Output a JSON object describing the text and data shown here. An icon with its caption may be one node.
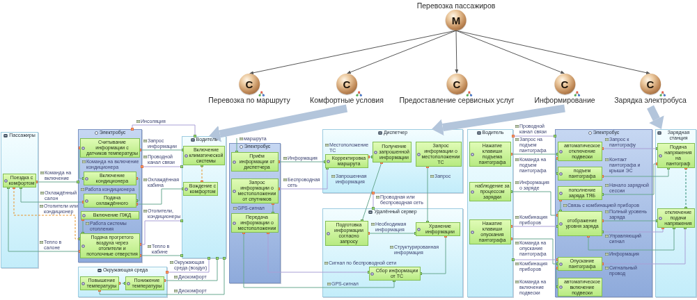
{
  "diagram": {
    "nodes": [
      {
        "text": [
          "Перевозка пассажиров",
          "M"
        ]
      },
      {
        "text": [
          "C",
          "Перевозка по маршруту"
        ]
      },
      {
        "text": [
          "C",
          "Комфортные условия"
        ]
      },
      {
        "text": [
          "C",
          "Предоставление сервисных услуг"
        ]
      },
      {
        "text": [
          "C",
          "Информирование"
        ]
      },
      {
        "text": [
          "C",
          "Зарядка электробуса"
        ]
      },
      {
        "text": [
          "Пассажиры"
        ]
      },
      {
        "text": [
          "Поездка с комфортом"
        ],
        "in": 6
      },
      {
        "text": [
          "Электробус"
        ]
      },
      {
        "text": [
          "Считывание информации с датчиков температуры"
        ],
        "in": 8
      },
      {
        "text": [
          "Включение кондиционера"
        ],
        "in": 8
      },
      {
        "text": [
          "Подача охлаждённого"
        ],
        "in": 8
      },
      {
        "text": [
          "Включение ПЖД"
        ],
        "in": 8
      },
      {
        "text": [
          "Подача прогретого воздуха через отопители и потолочные отверстия"
        ],
        "in": 8
      },
      {
        "text": [
          "Водитель"
        ]
      },
      {
        "text": [
          "Включение климатической системы"
        ],
        "in": 14
      },
      {
        "text": [
          "Вождение с комфортом"
        ],
        "in": 14
      },
      {
        "text": [
          "Окружающая среда"
        ]
      },
      {
        "text": [
          "Повышение температуры"
        ],
        "in": 17
      },
      {
        "text": [
          "Понижение температуры"
        ],
        "in": 17
      },
      {
        "text": [
          "Электробус"
        ]
      },
      {
        "text": [
          "Приём информации от диспетчера"
        ],
        "in": 20
      },
      {
        "text": [
          "Запрос информации о местоположении от спутников"
        ],
        "in": 20
      },
      {
        "text": [
          "Передача информации о местоположении"
        ],
        "in": 20
      },
      {
        "text": [
          "Диспетчер"
        ]
      },
      {
        "text": [
          "Корректировка маршрута"
        ],
        "in": 24
      },
      {
        "text": [
          "Получение запрошенной информации"
        ],
        "in": 24
      },
      {
        "text": [
          "Запрос информации о местоположении ТС"
        ],
        "in": 24
      },
      {
        "text": [
          "Удалённый сервер"
        ]
      },
      {
        "text": [
          "Подготовка информации согласно запросу"
        ],
        "in": 28
      },
      {
        "text": [
          "Хранение информации"
        ],
        "in": 28
      },
      {
        "text": [
          "Сбор информации от ТС"
        ],
        "in": 28
      },
      {
        "text": [
          "Водитель"
        ]
      },
      {
        "text": [
          "Нажатие клавиши подъема пантографа"
        ],
        "in": 32
      },
      {
        "text": [
          "наблюдение за процессом зарядки"
        ],
        "in": 32
      },
      {
        "text": [
          "Нажатие клавиши опускания пантографа"
        ],
        "in": 32
      },
      {
        "text": [
          "Электробус"
        ]
      },
      {
        "text": [
          "автоматическое отключение подвески"
        ],
        "in": 36
      },
      {
        "text": [
          "подъем пантографа"
        ],
        "in": 36
      },
      {
        "text": [
          "пополнение заряда ТЯБ"
        ],
        "in": 36
      },
      {
        "text": [
          "отображение уровня заряда"
        ],
        "in": 36
      },
      {
        "text": [
          "Опускание пантографа"
        ],
        "in": 36
      },
      {
        "text": [
          "автоматическое включение подвески"
        ],
        "in": 36
      },
      {
        "text": [
          "Зарядная станция"
        ]
      },
      {
        "text": [
          "Подача напряжения на пантограф"
        ],
        "in": 43
      },
      {
        "text": [
          "отключение подачи напряжения"
        ],
        "in": 43
      }
    ],
    "edges": [
      {
        "from": 0,
        "to": 1,
        "arrow": "to",
        "color": "#555555"
      },
      {
        "from": 0,
        "to": 2,
        "arrow": "to",
        "color": "#555555"
      },
      {
        "from": 0,
        "to": 3,
        "arrow": "to",
        "color": "#555555"
      },
      {
        "from": 0,
        "to": 4,
        "arrow": "to",
        "color": "#555555"
      },
      {
        "from": 0,
        "to": 5,
        "arrow": "to",
        "color": "#555555"
      },
      {
        "from": 2,
        "to": 14,
        "arrow": "to",
        "style": "thick",
        "color": "#b3c5db"
      },
      {
        "from": 4,
        "to": 24,
        "arrow": "to",
        "style": "thick",
        "color": "#b3c5db"
      },
      {
        "from": 5,
        "to": 43,
        "arrow": "to",
        "style": "thick",
        "color": "#b3c5db"
      },
      {
        "from": 8,
        "to": 14,
        "arrow": "other",
        "label": "Инсоляция",
        "color": "#a99fd6"
      },
      {
        "from": 7,
        "to": 8,
        "arrow": "other",
        "label": "Команда на включение"
      },
      {
        "from": 11,
        "to": 7,
        "arrow": "other",
        "label": "Охлаждённый салон"
      },
      {
        "from": 7,
        "to": 13,
        "arrow": "other",
        "label": "Отопители или кондиционер",
        "style": "dashed",
        "color": "#e8952f"
      },
      {
        "from": 13,
        "to": 7,
        "arrow": "other",
        "label": "Тепло в салоне"
      },
      {
        "from": 9,
        "to": 10,
        "arrow": "other",
        "label": "Команда на включение кондиционера"
      },
      {
        "from": 10,
        "to": 11,
        "arrow": "other",
        "label": "Работа кондиционера"
      },
      {
        "from": 12,
        "to": 13,
        "arrow": "other",
        "label": "Работа системы отопления"
      },
      {
        "from": 9,
        "to": 15,
        "arrow": "other",
        "label": "Запрос информации"
      },
      {
        "from": 8,
        "to": 14,
        "arrow": "other",
        "label": "Проводной канал связи",
        "color": "#a99fd6"
      },
      {
        "from": 11,
        "to": 16,
        "arrow": "other",
        "label": "Охлаждённая кабина"
      },
      {
        "from": 13,
        "to": 14,
        "arrow": "other",
        "label": "Отопители, кондиционеры",
        "color": "#a99fd6"
      },
      {
        "from": 13,
        "to": 14,
        "arrow": "other",
        "label": "Тепло в кабине"
      },
      {
        "from": 17,
        "to": 14,
        "arrow": "other",
        "label": "Окружающая среда (воздух)",
        "color": "#a99fd6"
      },
      {
        "from": 19,
        "to": 14,
        "arrow": "other",
        "label": "Дискомфорт"
      },
      {
        "from": 18,
        "to": 14,
        "arrow": "other",
        "label": "Дискомфорт"
      },
      {
        "from": 16,
        "to": 15,
        "arrow": "other",
        "style": "dashed",
        "color": "#e8952f"
      },
      {
        "from": 18,
        "to": 19,
        "arrow": "other",
        "style": "dashed",
        "color": "#2e8b74"
      },
      {
        "from": null,
        "to": 21,
        "arrow": "other",
        "label": "маршрута"
      },
      {
        "from": 21,
        "to": 25,
        "arrow": "other",
        "label": "Информация"
      },
      {
        "from": 22,
        "to": 25,
        "arrow": "other",
        "label": "Беспроводная сеть",
        "color": "#a99fd6"
      },
      {
        "from": 25,
        "to": 26,
        "arrow": "other",
        "label": "Местоположение ТС"
      },
      {
        "from": 26,
        "to": 29,
        "arrow": "other",
        "label": "Запрошенная информация"
      },
      {
        "from": 27,
        "to": 30,
        "arrow": "other",
        "label": "Запрос"
      },
      {
        "from": 24,
        "to": 28,
        "arrow": "other",
        "label": "Проводная или беспроводная сеть",
        "color": "#a99fd6"
      },
      {
        "from": 29,
        "to": 30,
        "arrow": "other",
        "label": "Необходимая информация"
      },
      {
        "from": 30,
        "to": 31,
        "arrow": "other",
        "label": "Структурированная информация"
      },
      {
        "from": 23,
        "to": 31,
        "arrow": "other",
        "label": "Сигнал по беспроводной сети",
        "color": "#a99fd6"
      },
      {
        "from": 23,
        "to": 31,
        "arrow": "other",
        "label": "GPS-сигнал"
      },
      {
        "from": 22,
        "to": 23,
        "arrow": "other",
        "label": "GPS-сигнал"
      },
      {
        "from": 32,
        "to": 36,
        "arrow": "other",
        "label": "Проводной канал связи",
        "color": "#a99fd6"
      },
      {
        "from": 33,
        "to": 37,
        "arrow": "other",
        "label": "Запрос на подъем пантографа"
      },
      {
        "from": 37,
        "to": 38,
        "arrow": "other",
        "label": "Команда на подъем пантографа"
      },
      {
        "from": 37,
        "to": 44,
        "arrow": "other",
        "label": "Запрос к пантографу",
        "color": "#a99fd6"
      },
      {
        "from": 38,
        "to": 44,
        "arrow": "other",
        "label": "Контакт пантографа и крыши ЭС"
      },
      {
        "from": 44,
        "to": 39,
        "arrow": "other",
        "label": "Начало зарядной сессии"
      },
      {
        "from": 40,
        "to": 45,
        "arrow": "other",
        "label": "Полный уровень заряда"
      },
      {
        "from": 45,
        "to": 40,
        "arrow": "other",
        "label": "Управляющий сигнал",
        "color": "#a99fd6"
      },
      {
        "from": 40,
        "to": 45,
        "arrow": "other",
        "label": "Информация"
      },
      {
        "from": 41,
        "to": 45,
        "arrow": "other",
        "label": "Сигнальный провод",
        "color": "#a99fd6"
      },
      {
        "from": 41,
        "to": 42,
        "arrow": "other",
        "label": "Команда на включение подвески"
      },
      {
        "from": 40,
        "to": 34,
        "arrow": "other",
        "label": "Информация о заряде"
      },
      {
        "from": 39,
        "to": 40,
        "arrow": "other",
        "label": "Связь с комбинацией приборов"
      },
      {
        "from": 35,
        "to": 41,
        "arrow": "other",
        "label": "Команда на опускание пантографа"
      },
      {
        "from": 35,
        "to": 40,
        "arrow": "other",
        "label": "Комбинация приборов",
        "color": "#a99fd6"
      },
      {
        "from": 41,
        "to": 32,
        "arrow": "other",
        "label": "Комбинация приборов",
        "color": "#a99fd6"
      },
      {
        "from": 44,
        "to": 45,
        "arrow": "other",
        "style": "dashed",
        "color": "#2e8b74"
      }
    ]
  }
}
